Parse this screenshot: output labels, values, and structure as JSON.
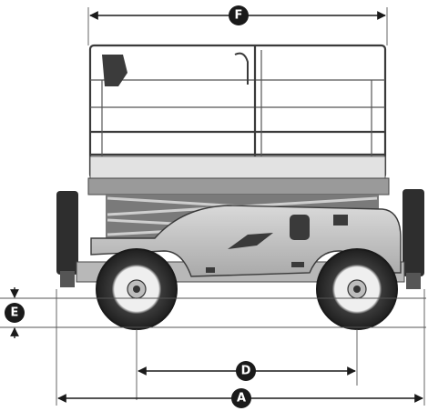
{
  "dimensions": {
    "A": {
      "letter": "A"
    },
    "D": {
      "letter": "D"
    },
    "E": {
      "letter": "E"
    },
    "F": {
      "letter": "F"
    }
  },
  "colors": {
    "ink": "#1a1a1a",
    "body": "#c8c8c8",
    "body_dark": "#8a8a8a",
    "tire": "#2b2b2b",
    "rim": "#ececec"
  }
}
